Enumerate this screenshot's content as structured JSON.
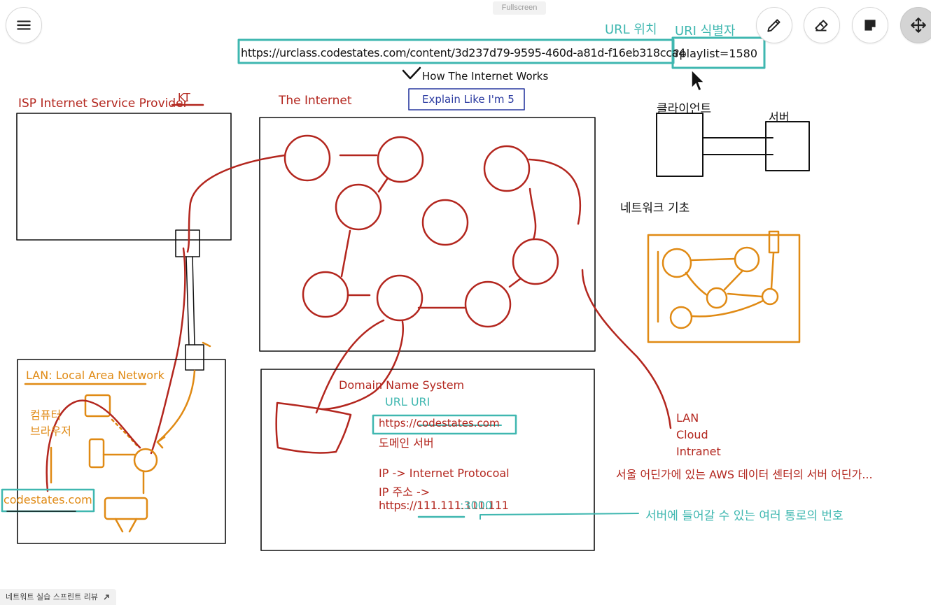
{
  "toolbar": {
    "fullscreen_label": "Fullscreen",
    "menu_icon": "hamburger-menu-icon",
    "pen_icon": "pencil-icon",
    "eraser_icon": "eraser-icon",
    "note_icon": "sticky-note-icon",
    "move_icon": "move-arrows-icon"
  },
  "url_section": {
    "url_label": "URL 위치",
    "uri_label": "URI 식별자",
    "url_text": "https://urclass.codestates.com/content/3d237d79-9595-460d-a81d-f16eb318cca4",
    "query_text": "?playlist=1580",
    "subtitle": "How The Internet Works",
    "elif_box": "Explain Like I'm 5"
  },
  "isp": {
    "title": "ISP Internet Service Provider",
    "kt": "KT"
  },
  "internet": {
    "title": "The Internet"
  },
  "client_server": {
    "client": "클라이언트",
    "server": "서버",
    "network_basics": "네트워크 기초"
  },
  "lan": {
    "title": "LAN: Local Area Network",
    "computer": "컴퓨터",
    "browser": "브라우저",
    "domain_box": "codestates.com"
  },
  "dns": {
    "title": "Domain Name System",
    "url_uri": "URL URI",
    "https_box": "https://codestates.com",
    "domain_server": "도메인 서버",
    "ip_line": "IP -> Internet Protocoal",
    "ip_addr": "IP 주소 ->",
    "ip_url_prefix": "https://111.111.111.111",
    "port": ":3000",
    "port_note": "서버에 들어갈 수 있는 여러 통로의 번호"
  },
  "cloud": {
    "lan": "LAN",
    "cloud": "Cloud",
    "intranet": "Intranet",
    "aws_note": "서울 어딘가에 있는 AWS 데이터 센터의 서버 어딘가..."
  },
  "bottom_tab": {
    "label": "네트워트 실습 스프린트 리뷰",
    "icon": "external-link-icon"
  },
  "colors": {
    "red": "#b3261e",
    "orange": "#e08a14",
    "teal": "#3fb7b0",
    "navy": "#2a3aa0"
  }
}
